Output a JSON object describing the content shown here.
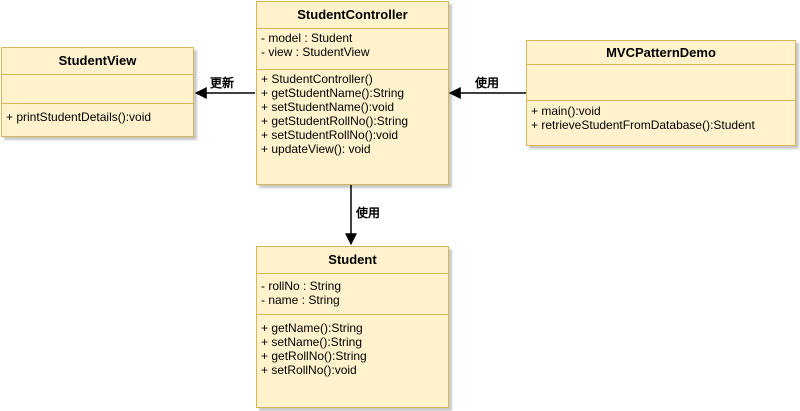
{
  "classes": {
    "controller": {
      "name": "StudentController",
      "attributes": [
        "- model : Student",
        "- view : StudentView"
      ],
      "methods": [
        "+ StudentController()",
        "+ getStudentName():String",
        "+ setStudentName():void",
        "+ getStudentRollNo():String",
        "+ setStudentRollNo():void",
        "+ updateView(): void"
      ]
    },
    "view": {
      "name": "StudentView",
      "attributes": [],
      "methods": [
        "+ printStudentDetails():void"
      ]
    },
    "demo": {
      "name": "MVCPatternDemo",
      "attributes": [],
      "methods": [
        "+ main():void",
        "+ retrieveStudentFromDatabase():Student"
      ]
    },
    "student": {
      "name": "Student",
      "attributes": [
        "- rollNo : String",
        "- name : String"
      ],
      "methods": [
        "+ getName():String",
        "+ setName():String",
        "+ getRollNo():String",
        "+ setRollNo():void"
      ]
    }
  },
  "edges": {
    "controller_to_view": "更新",
    "demo_to_controller": "使用",
    "controller_to_student": "使用"
  },
  "colors": {
    "fill": "#fff2cc",
    "stroke": "#d6b656",
    "edge": "#000000"
  }
}
